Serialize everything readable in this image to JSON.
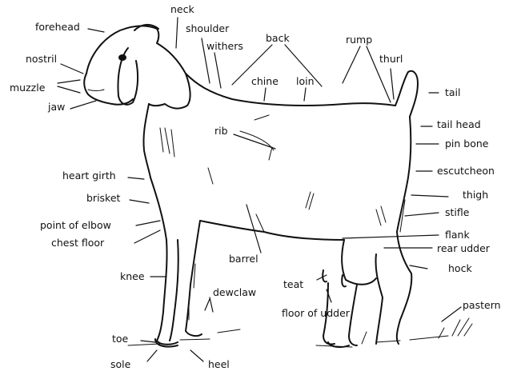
{
  "labels": {
    "forehead": "forehead",
    "neck": "neck",
    "shoulder": "shoulder",
    "withers": "withers",
    "back": "back",
    "rump": "rump",
    "thurl": "thurl",
    "nostril": "nostril",
    "chine": "chine",
    "loin": "loin",
    "muzzle": "muzzle",
    "jaw": "jaw",
    "tail": "tail",
    "rib": "rib",
    "tail_head": "tail head",
    "pin_bone": "pin bone",
    "heart_girth": "heart girth",
    "escutcheon": "escutcheon",
    "brisket": "brisket",
    "thigh": "thigh",
    "stifle": "stifle",
    "point_of_elbow": "point of elbow",
    "chest_floor": "chest floor",
    "flank": "flank",
    "rear_udder": "rear udder",
    "barrel": "barrel",
    "knee": "knee",
    "teat": "teat",
    "hock": "hock",
    "dewclaw": "dewclaw",
    "floor_of_udder": "floor of udder",
    "pastern": "pastern",
    "toe": "toe",
    "sole": "sole",
    "heel": "heel"
  },
  "colors": {
    "ink": "#111111",
    "background": "#ffffff"
  }
}
